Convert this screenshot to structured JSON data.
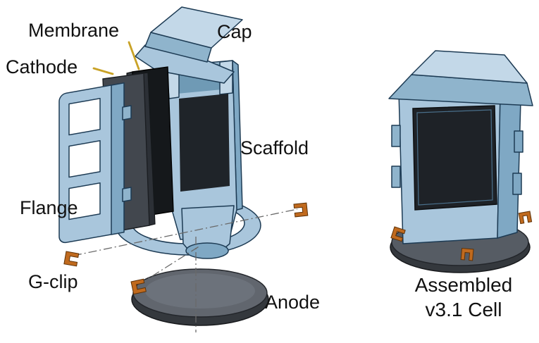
{
  "diagram": {
    "type": "exploded-assembly-cad-figure",
    "views": {
      "exploded": {
        "labels": {
          "membrane": "Membrane",
          "cap": "Cap",
          "cathode": "Cathode",
          "scaffold": "Scaffold",
          "flange": "Flange",
          "g_clip": "G-clip",
          "anode": "Anode"
        }
      },
      "assembled": {
        "caption_line1": "Assembled",
        "caption_line2": "v3.1 Cell"
      }
    },
    "colors": {
      "background": "#ffffff",
      "body_blue": "#a9c6dc",
      "body_blue_light": "#c3d8e8",
      "body_blue_mid": "#8fb4cc",
      "body_blue_dark": "#7fa8c4",
      "edge_outline": "#1d3b54",
      "cathode_gray": "#42474e",
      "membrane_black": "#15181b",
      "anode_gray": "#61666e",
      "anode_gray_dark": "#34383d",
      "window_dark": "#1e2227",
      "clip_orange": "#c06a1e",
      "leader_yellow": "#c9a227",
      "label_text": "#111111"
    }
  }
}
